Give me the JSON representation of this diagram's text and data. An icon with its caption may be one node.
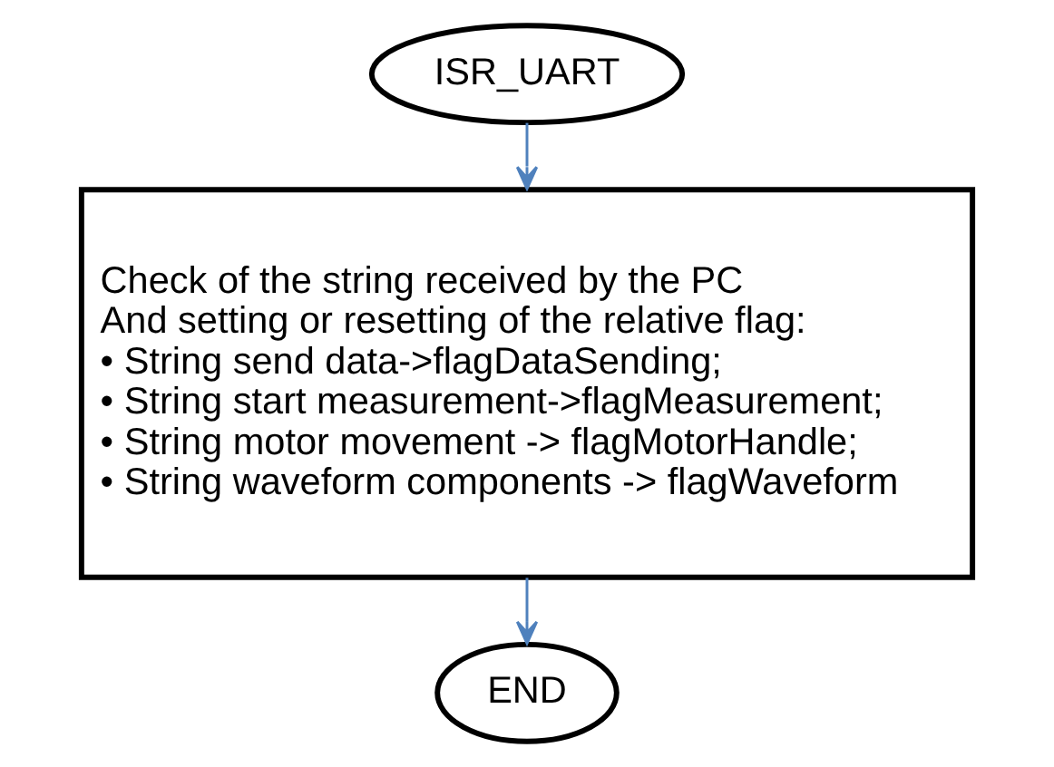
{
  "diagram": {
    "nodes": [
      {
        "text": [
          "ISR_UART"
        ]
      },
      {
        "text": [
          "Check of the string received by the PC",
          "And setting or resetting of the relative flag:",
          "• String send data->flagDataSending;",
          "• String start measurement->flagMeasurement;",
          "• String motor movement -> flagMotorHandle;",
          "• String waveform components -> flagWaveform"
        ]
      },
      {
        "text": [
          "END"
        ]
      }
    ],
    "edges": [
      {
        "from": 0,
        "to": 1,
        "arrow": "to"
      },
      {
        "from": 1,
        "to": 2,
        "arrow": "to"
      }
    ]
  }
}
